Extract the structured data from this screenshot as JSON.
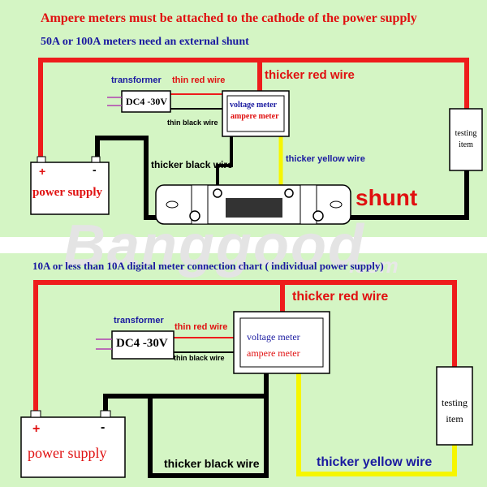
{
  "watermark": {
    "brand": "Banggood",
    "suffix": ".com"
  },
  "top": {
    "heading": "Ampere meters must be  attached  to the cathode of the power supply",
    "subheading": "50A  or 100A meters  need  an external shunt",
    "thicker_red_wire": "thicker red wire",
    "transformer": "transformer",
    "thin_red_wire": "thin red wire",
    "transformer_value": "DC4 -30V",
    "thin_black_wire": "thin black wire",
    "voltage_meter": "voltage meter",
    "ampere_meter": "ampere meter",
    "testing_item": "testing item",
    "thicker_black_wire": "thicker black wire",
    "thicker_yellow_wire": "thicker yellow wire",
    "plus": "+",
    "minus": "-",
    "power_supply": "power supply",
    "shunt": "shunt"
  },
  "bottom": {
    "heading": "10A or less than 10A  digital meter connection chart ( individual power supply)",
    "thicker_red_wire": "thicker red wire",
    "transformer": "transformer",
    "thin_red_wire": "thin red wire",
    "transformer_value": "DC4 -30V",
    "thin_black_wire": "thin black wire",
    "voltage_meter": "voltage meter",
    "ampere_meter": "ampere meter",
    "testing_item": "testing item",
    "plus": "+",
    "minus": "-",
    "power_supply": "power supply",
    "thicker_black_wire": "thicker black wire",
    "thicker_yellow_wire": "thicker yellow wire"
  },
  "colors": {
    "panel_bg": "#d4f5c4",
    "red_wire": "#ee1c1c",
    "black_wire": "#000000",
    "yellow_wire": "#f6f600",
    "label_blue": "#1a1aa0",
    "label_red": "#e01010"
  }
}
